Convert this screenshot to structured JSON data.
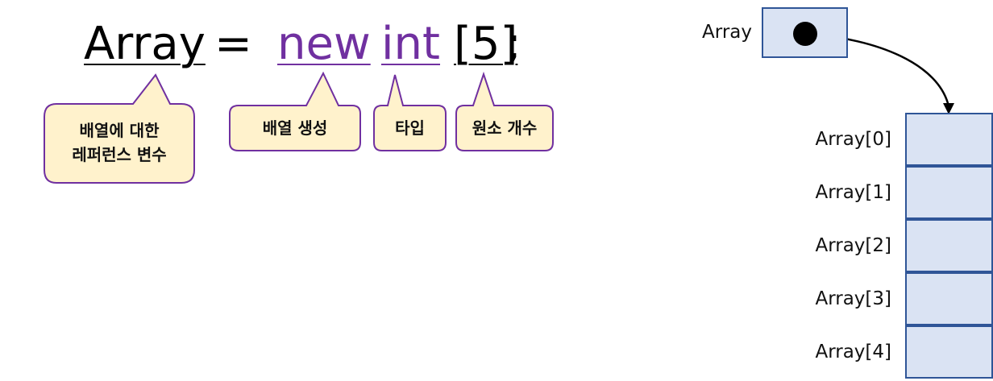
{
  "statement": {
    "var": "Array",
    "equals": "=",
    "new_kw": "new",
    "type_kw": "int",
    "size": "[5]",
    "semicolon": ";"
  },
  "callouts": {
    "ref_var_line1": "배열에 대한",
    "ref_var_line2": "레퍼런스 변수",
    "create": "배열 생성",
    "type": "타입",
    "count": "원소 개수"
  },
  "memory": {
    "ref_label": "Array",
    "elements": [
      "Array[0]",
      "Array[1]",
      "Array[2]",
      "Array[3]",
      "Array[4]"
    ]
  },
  "colors": {
    "keyword": "#7030a0",
    "callout_fill": "#fff2cc",
    "callout_border": "#7030a0",
    "cell_fill": "#dae3f3",
    "cell_border": "#2f5597"
  }
}
